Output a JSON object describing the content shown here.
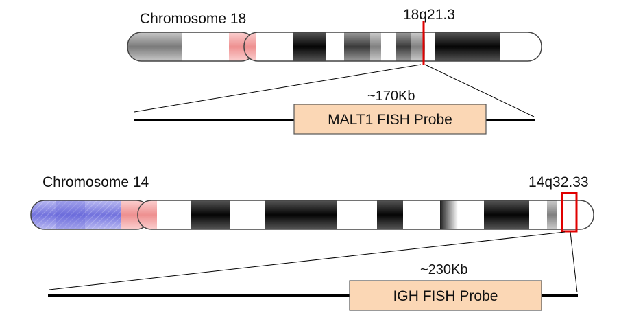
{
  "colors": {
    "centromere": "#f2a5a5",
    "marker": "#e00000",
    "probe_fill": "#fbd7b5",
    "probe_stroke": "#555555",
    "line": "#000000"
  },
  "chr18": {
    "title": "Chromosome 18",
    "locus": "18q21.3",
    "size": "~170Kb",
    "probe": "MALT1 FISH Probe"
  },
  "chr14": {
    "title": "Chromosome 14",
    "locus": "14q32.33",
    "size": "~230Kb",
    "probe": "IGH FISH Probe"
  }
}
